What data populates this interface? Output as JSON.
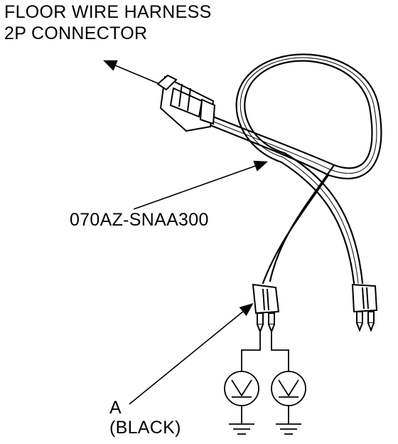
{
  "labels": {
    "title_line1": "FLOOR WIRE HARNESS",
    "title_line2": "2P CONNECTOR",
    "part_number": "070AZ-SNAA300",
    "callout_a": "A",
    "callout_a_color": "(BLACK)"
  }
}
